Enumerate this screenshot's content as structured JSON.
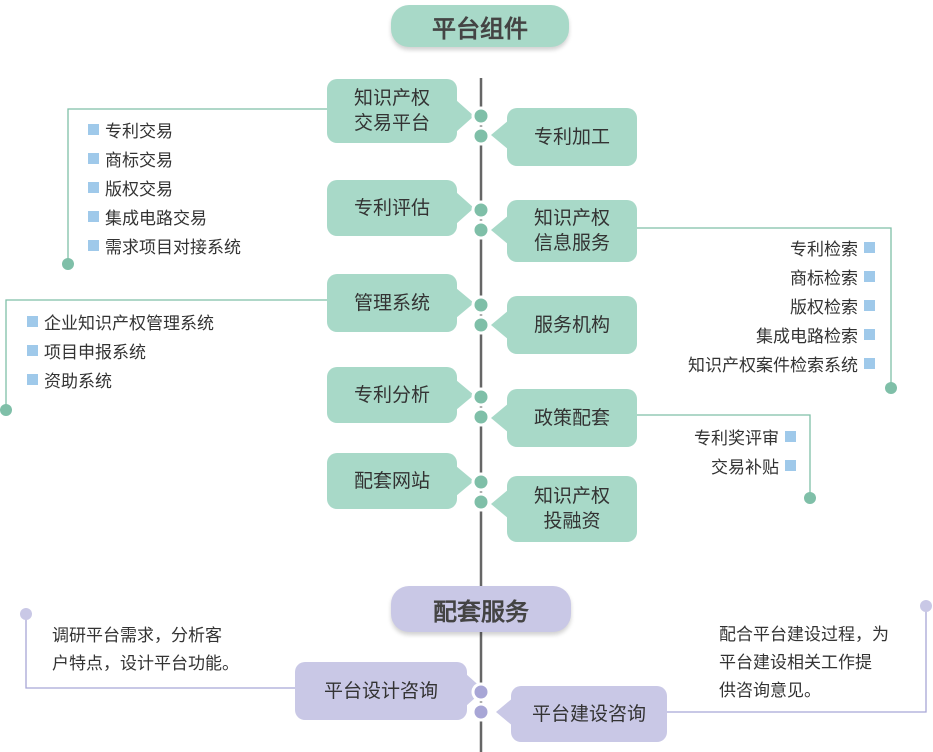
{
  "header_components": "平台组件",
  "header_services": "配套服务",
  "left_nodes": [
    {
      "line1": "知识产权",
      "line2": "交易平台"
    },
    {
      "line1": "专利评估",
      "line2": ""
    },
    {
      "line1": "管理系统",
      "line2": ""
    },
    {
      "line1": "专利分析",
      "line2": ""
    },
    {
      "line1": "配套网站",
      "line2": ""
    }
  ],
  "right_nodes": [
    {
      "line1": "专利加工",
      "line2": ""
    },
    {
      "line1": "知识产权",
      "line2": "信息服务"
    },
    {
      "line1": "服务机构",
      "line2": ""
    },
    {
      "line1": "政策配套",
      "line2": ""
    },
    {
      "line1": "知识产权",
      "line2": "投融资"
    }
  ],
  "trading_items": [
    "专利交易",
    "商标交易",
    "版权交易",
    "集成电路交易",
    "需求项目对接系统"
  ],
  "management_items": [
    "企业知识产权管理系统",
    "项目申报系统",
    "资助系统"
  ],
  "info_service_items": [
    "专利检索",
    "商标检索",
    "版权检索",
    "集成电路检索",
    "知识产权案件检索系统"
  ],
  "policy_items": [
    "专利奖评审",
    "交易补贴"
  ],
  "service_left": {
    "label": "平台设计咨询",
    "desc": [
      "调研平台需求，分析客",
      "户特点，设计平台功能。"
    ]
  },
  "service_right": {
    "label": "平台建设咨询",
    "desc": [
      "配合平台建设过程，为",
      "平台建设相关工作提",
      "供咨询意见。"
    ]
  },
  "colors": {
    "green": "#a8d9c8",
    "green_dot": "#7fbfa8",
    "purple": "#c9c8e6",
    "purple_dot": "#a8a6d6",
    "bullet": "#9fc9ea",
    "spine": "#666666"
  }
}
